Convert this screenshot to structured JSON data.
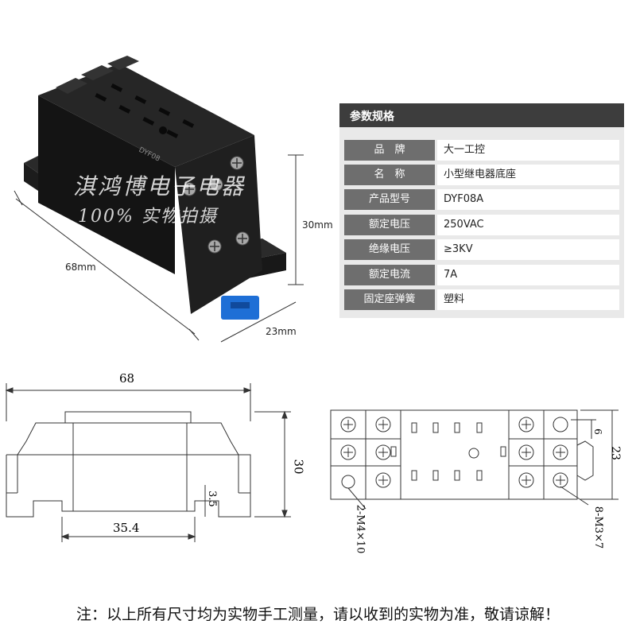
{
  "photo": {
    "watermark_line1": "淇鸿博电子电器",
    "watermark_line2": "100% 实物拍摄",
    "dim_length": "68mm",
    "dim_height": "30mm",
    "dim_width": "23mm",
    "model_mark": "DYF08"
  },
  "spec": {
    "title": "参数规格",
    "rows": [
      {
        "key": "品　牌",
        "value": "大一工控"
      },
      {
        "key": "名　称",
        "value": "小型继电器底座"
      },
      {
        "key": "产品型号",
        "value": "DYF08A"
      },
      {
        "key": "额定电压",
        "value": "250VAC"
      },
      {
        "key": "绝缘电压",
        "value": "≥3KV"
      },
      {
        "key": "额定电流",
        "value": "7A"
      },
      {
        "key": "固定座弹簧",
        "value": "塑料"
      }
    ]
  },
  "side_drawing": {
    "width": "68",
    "height": "30",
    "foot": "3.5",
    "inner": "35.4"
  },
  "top_drawing": {
    "height": "23",
    "pitch": "6",
    "mount_hole": "2-M4×10",
    "screws": "8-M3×7"
  },
  "note": "注：以上所有尺寸均为实物手工测量，请以收到的实物为准，敬请谅解！"
}
